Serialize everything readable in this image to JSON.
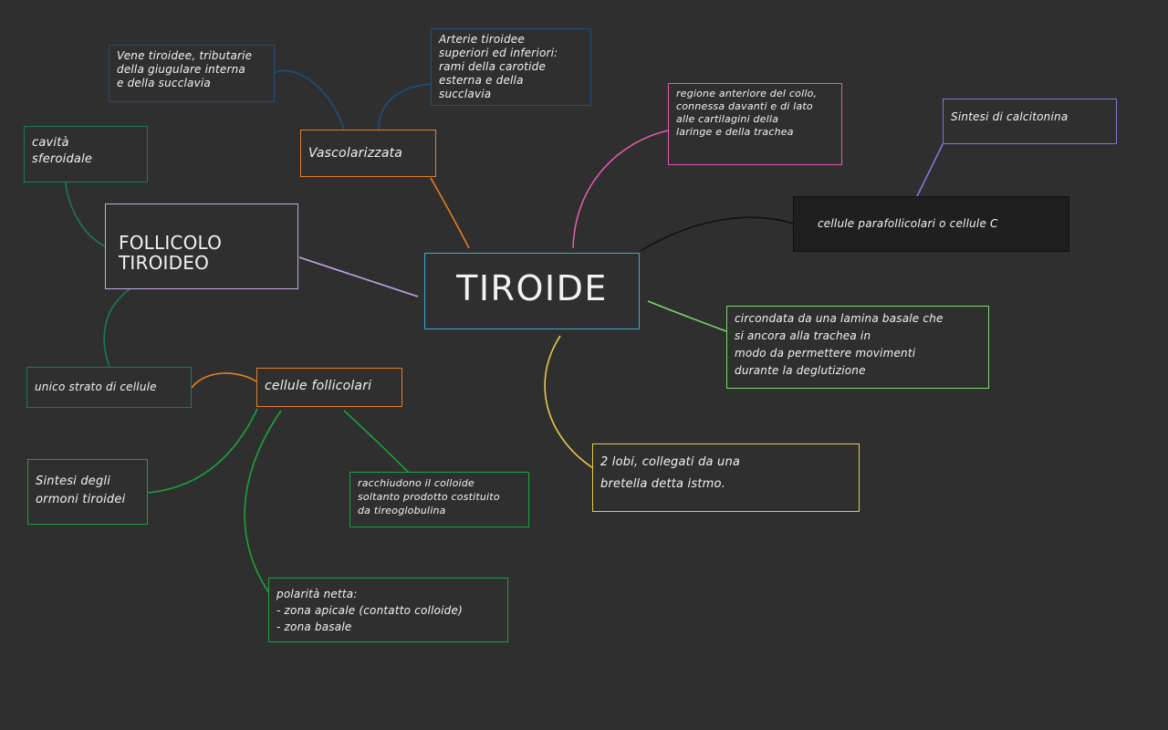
{
  "colors": {
    "background": "#2f2f2f",
    "blue": "#1d4f7f",
    "orange": "#e67e22",
    "pink": "#e05ab0",
    "purple": "#7b7bd6",
    "green": "#1aa33a",
    "teal": "#1a7a5a",
    "yellow": "#e6c84a",
    "lime": "#7bd66e",
    "lavender": "#c9a5e6",
    "cyan": "#3aa9d6",
    "black": "#111111"
  },
  "nodes": {
    "tiroide": "TIROIDE",
    "vascolarizzata": "Vascolarizzata",
    "vene": "Vene tiroidee, tributarie\ndella giugulare interna\ne della succlavia",
    "arterie": "Arterie tiroidee\nsuperiori ed inferiori:\nrami della carotide\nesterna e della\nsucclavia",
    "regione": "regione anteriore del collo,\nconnessa davanti e di lato\nalle cartilagini della\nlaringe e della trachea",
    "sintesi_calcitonina": "Sintesi di calcitonina",
    "cellule_parafollicolari": "cellule parafollicolari o cellule C",
    "circondata": "circondata da una lamina basale che\nsi ancora alla trachea in\nmodo da permettere movimenti\ndurante la deglutizione",
    "lobi": "2 lobi, collegati da una\nbretella detta istmo.",
    "follicolo": "FOLLICOLO TIROIDEO",
    "cavita": "cavità\nsferoidale",
    "unico_strato": "unico strato di cellule",
    "cellule_follicolari": "cellule follicolari",
    "sintesi_ormoni": "Sintesi degli\normoni tiroidei",
    "racchiudono": "racchiudono il colloide\nsoltanto prodotto costituito\nda tireoglobulina",
    "polarita": "polarità netta:\n- zona apicale (contatto colloide)\n- zona basale"
  }
}
